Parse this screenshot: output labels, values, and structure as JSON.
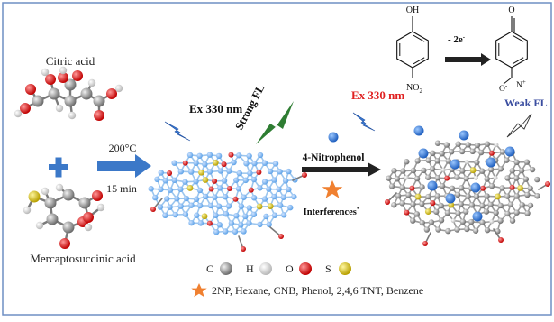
{
  "labels": {
    "citric_acid": "Citric acid",
    "mercaptosuccinic_acid": "Mercaptosuccinic acid",
    "temperature": "200°C",
    "time": "15 min",
    "ex_left": "Ex 330 nm",
    "strong_fl": "Strong FL",
    "analyte": "4-Nitrophenol",
    "interferences": "Interferences",
    "interferences_mark": "*",
    "ex_right": "Ex 330 nm",
    "weak_fl": "Weak FL",
    "reaction": "- 2e",
    "reaction_sup": "-"
  },
  "molecule_labels": {
    "left_oh": "OH",
    "left_no2": "NO",
    "left_no2_sub": "2",
    "right_o": "O",
    "right_n": "N",
    "right_n_plus": "+",
    "right_o_bottom": "O",
    "right_o_minus": "-"
  },
  "legend": {
    "atoms": [
      {
        "symbol": "C",
        "color": "#8a8a8a"
      },
      {
        "symbol": "H",
        "color": "#dedede"
      },
      {
        "symbol": "O",
        "color": "#e02020"
      },
      {
        "symbol": "S",
        "color": "#d4c020"
      }
    ],
    "interference_list": "2NP, Hexane, CNB, Phenol, 2,4,6 TNT, Benzene"
  },
  "colors": {
    "frame": "#6f8fc4",
    "arrow": "#3b78c8",
    "plus": "#3b78c8",
    "strong_fl_bolt": "#2e7d32",
    "ex_bolt": "#3a7bd5",
    "ex_right_text": "#e02020",
    "weak_fl_text": "#3b4ea0",
    "star": "#f08030",
    "qd_sphere": "#3a7bd5"
  }
}
